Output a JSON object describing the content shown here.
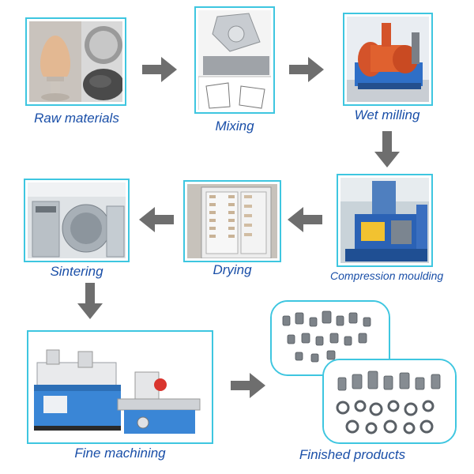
{
  "steps": {
    "raw_materials": "Raw materials",
    "mixing": "Mixing",
    "wet_milling": "Wet milling",
    "compression_moulding": "Compression moulding",
    "drying": "Drying",
    "sintering": "Sintering",
    "fine_machining": "Fine machining",
    "finished_products": "Finished products"
  },
  "colors": {
    "frame_border": "#3ec6e0",
    "label_text": "#1a4fa8",
    "arrow": "#6e6e6e"
  }
}
